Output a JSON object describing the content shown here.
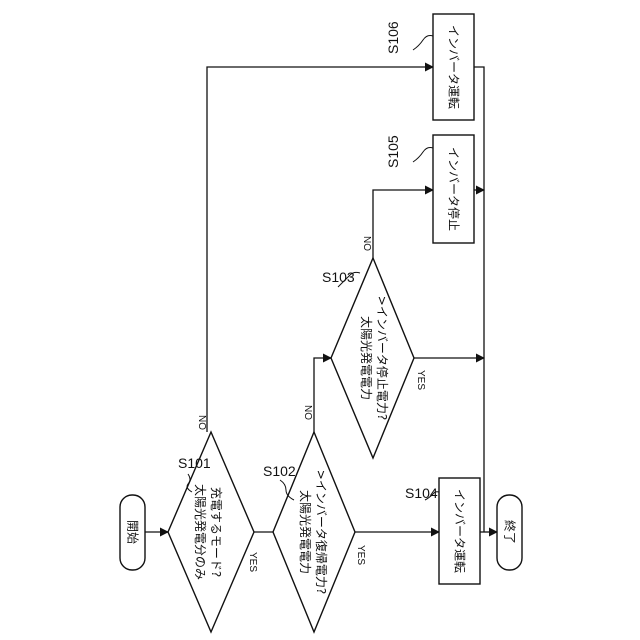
{
  "start": "開始",
  "end": "終了",
  "decisions": {
    "s101": {
      "step": "S101",
      "line1": "太陽光発電分のみ",
      "line2": "充電するモード?",
      "yes": "YES",
      "no": "NO"
    },
    "s102": {
      "step": "S102",
      "line1": "太陽光発電電力",
      "line2": ">インバータ復帰電力?",
      "yes": "YES",
      "no": "NO"
    },
    "s103": {
      "step": "S103",
      "line1": "太陽光発電電力",
      "line2": ">インバータ停止電力?",
      "yes": "YES",
      "no": "NO"
    }
  },
  "processes": {
    "s104": {
      "step": "S104",
      "label": "インバータ運転"
    },
    "s105": {
      "step": "S105",
      "label": "インバータ停止"
    },
    "s106": {
      "step": "S106",
      "label": "インバータ運転"
    }
  }
}
